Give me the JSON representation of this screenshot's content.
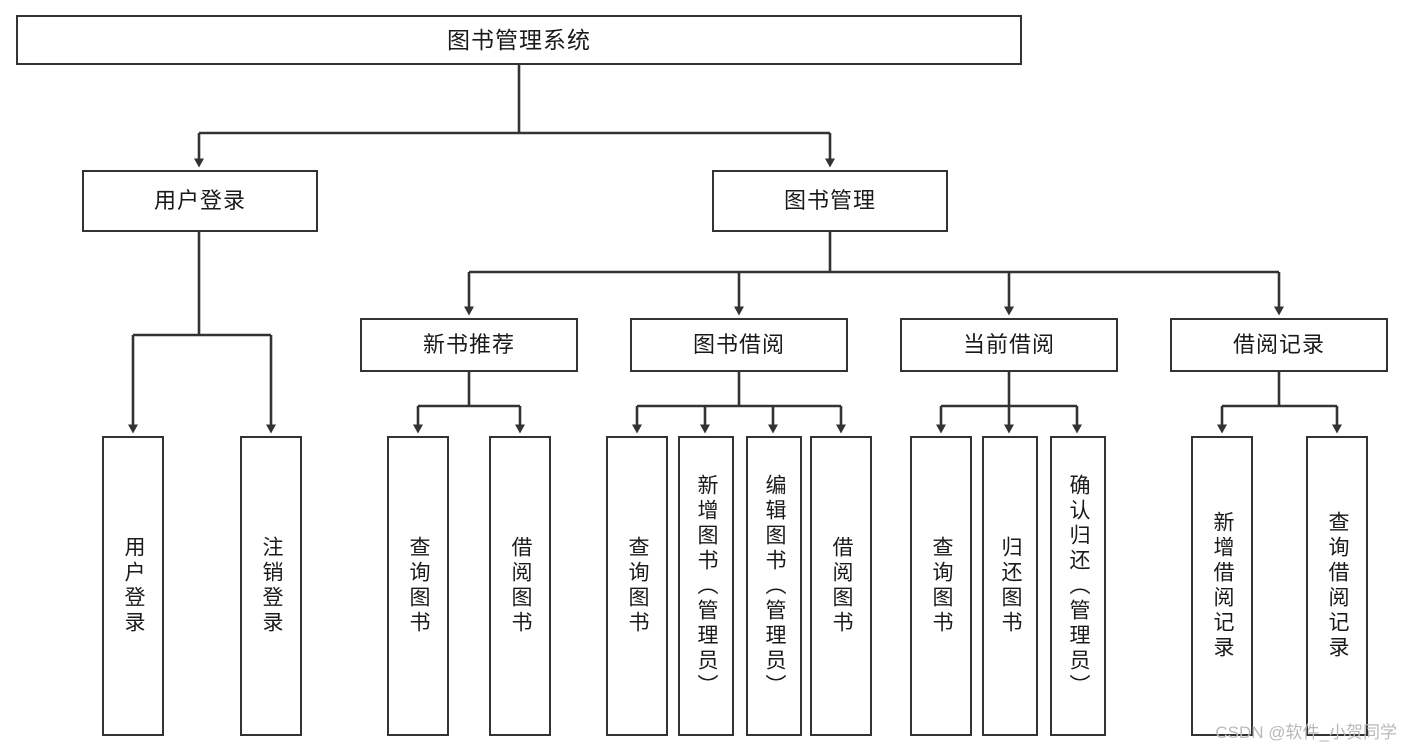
{
  "diagram": {
    "title": "图书管理系统",
    "type": "tree",
    "watermark": "CSDN @软件_小贺同学",
    "colors": {
      "box_border": "#333333",
      "box_fill": "#ffffff",
      "edge": "#333333",
      "text": "#1a1a1a",
      "watermark": "#b9b9b9",
      "background": "#ffffff"
    },
    "nodes": {
      "root": {
        "label": "图书管理系统"
      },
      "level2": [
        {
          "id": "user-login",
          "label": "用户登录"
        },
        {
          "id": "book-manage",
          "label": "图书管理"
        }
      ],
      "level3": [
        {
          "id": "new-book-recommend",
          "label": "新书推荐"
        },
        {
          "id": "book-borrow",
          "label": "图书借阅"
        },
        {
          "id": "current-borrow",
          "label": "当前借阅"
        },
        {
          "id": "borrow-record",
          "label": "借阅记录"
        }
      ],
      "leaves": {
        "user-login": [
          {
            "id": "leaf-user-login",
            "label": "用户登录"
          },
          {
            "id": "leaf-user-logout",
            "label": "注销登录"
          }
        ],
        "new-book-recommend": [
          {
            "id": "leaf-query-book-1",
            "label": "查询图书"
          },
          {
            "id": "leaf-borrow-book-1",
            "label": "借阅图书"
          }
        ],
        "book-borrow": [
          {
            "id": "leaf-query-book-2",
            "label": "查询图书"
          },
          {
            "id": "leaf-add-book",
            "label": "新增图书（管理员）"
          },
          {
            "id": "leaf-edit-book",
            "label": "编辑图书（管理员）"
          },
          {
            "id": "leaf-borrow-book-2",
            "label": "借阅图书"
          }
        ],
        "current-borrow": [
          {
            "id": "leaf-query-book-3",
            "label": "查询图书"
          },
          {
            "id": "leaf-return-book",
            "label": "归还图书"
          },
          {
            "id": "leaf-confirm-return",
            "label": "确认归还（管理员）"
          }
        ],
        "borrow-record": [
          {
            "id": "leaf-add-record",
            "label": "新增借阅记录"
          },
          {
            "id": "leaf-query-record",
            "label": "查询借阅记录"
          }
        ]
      }
    }
  }
}
